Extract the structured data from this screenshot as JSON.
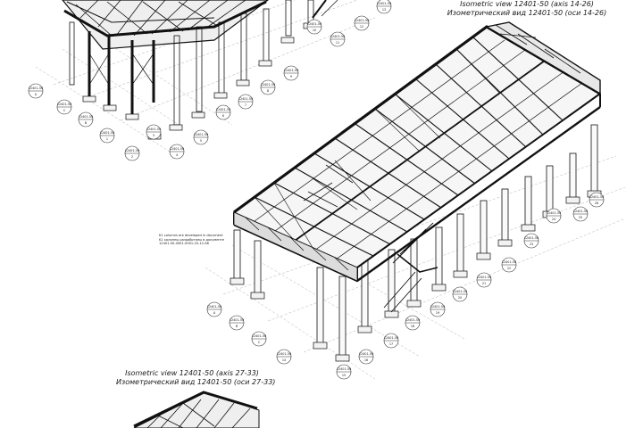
{
  "views": [
    {
      "title_en": "Isometric view 12401-50 (axis 14-26)",
      "title_ru": "Изометрический вид 12401-50 (оси 14-26)"
    },
    {
      "title_en": "Isometric view 12401-50 (axis 27-33)",
      "title_ru": "Изометрический вид 12401-50 (оси 27-33)"
    }
  ],
  "note": {
    "line1": "K1 columns are developed in document",
    "line2": "K1 колонны разработаны в документе",
    "line3": "12401-00-0001-0001-20-12-АК"
  },
  "nodes": [
    {
      "code": "12401-50",
      "num": "13"
    },
    {
      "code": "12401-50",
      "num": "12"
    },
    {
      "code": "12401-50",
      "num": "11"
    },
    {
      "code": "12401-50",
      "num": "10"
    },
    {
      "code": "12401-50",
      "num": "9"
    },
    {
      "code": "12401-50",
      "num": "8"
    },
    {
      "code": "12401-50",
      "num": "7"
    },
    {
      "code": "12401-50",
      "num": "6"
    },
    {
      "code": "12401-50",
      "num": "5"
    },
    {
      "code": "12401-50",
      "num": "4"
    },
    {
      "code": "12401-50",
      "num": "3"
    },
    {
      "code": "12401-50",
      "num": "2"
    },
    {
      "code": "12401-50",
      "num": "1"
    },
    {
      "code": "12401-50",
      "num": "B"
    },
    {
      "code": "12401-50",
      "num": "C"
    },
    {
      "code": "12401-50",
      "num": "A"
    },
    {
      "code": "12401-50",
      "num": "26"
    },
    {
      "code": "12401-50",
      "num": "25"
    },
    {
      "code": "12401-50",
      "num": "24"
    },
    {
      "code": "12401-50",
      "num": "23"
    },
    {
      "code": "12401-50",
      "num": "22"
    },
    {
      "code": "12401-50",
      "num": "21"
    },
    {
      "code": "12401-50",
      "num": "20"
    },
    {
      "code": "12401-50",
      "num": "19"
    },
    {
      "code": "12401-50",
      "num": "18"
    },
    {
      "code": "12401-50",
      "num": "17"
    },
    {
      "code": "12401-50",
      "num": "16"
    },
    {
      "code": "12401-50",
      "num": "15"
    },
    {
      "code": "12401-50",
      "num": "14"
    },
    {
      "code": "12401-50",
      "num": "C"
    },
    {
      "code": "12401-50",
      "num": "B"
    },
    {
      "code": "12401-50",
      "num": "A"
    }
  ]
}
